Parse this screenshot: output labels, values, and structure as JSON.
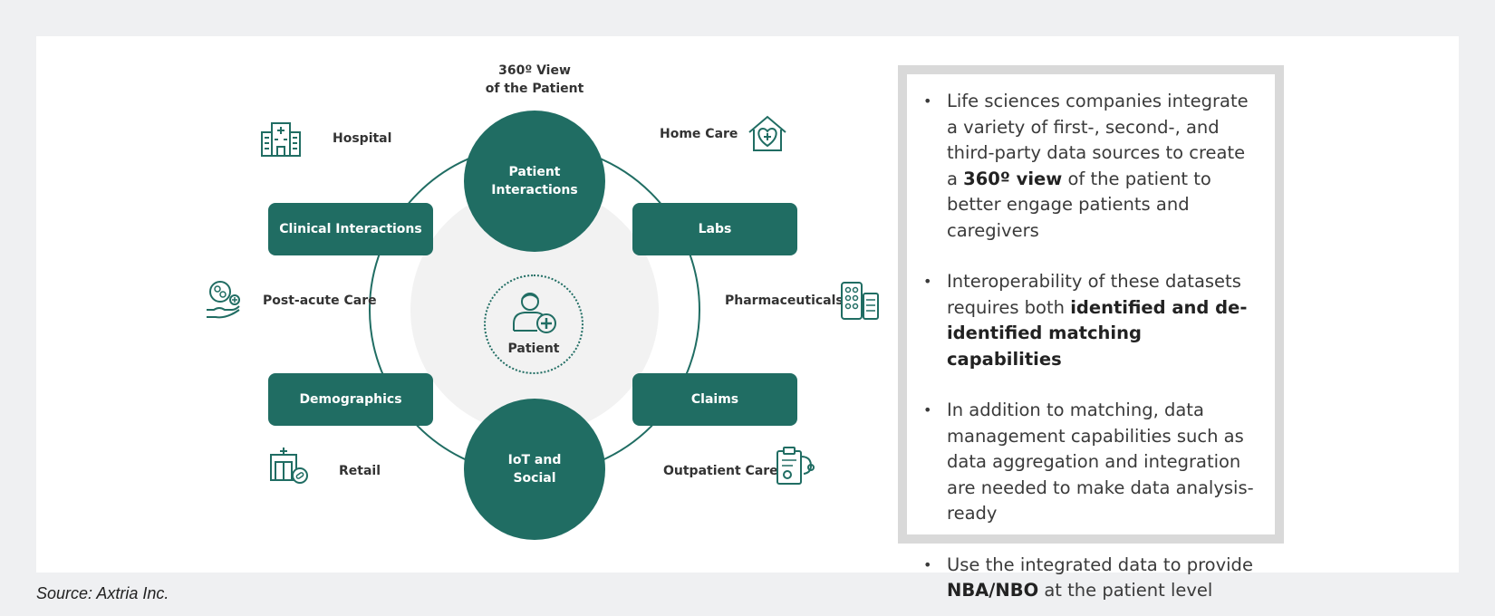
{
  "diagram": {
    "top_caption": [
      "360º View",
      "of the Patient"
    ],
    "center_label": "Patient",
    "circles": {
      "top": [
        "Patient",
        "Interactions"
      ],
      "bottom": [
        "IoT and",
        "Social"
      ]
    },
    "boxes": {
      "clinical": "Clinical Interactions",
      "labs": "Labs",
      "demographics": "Demographics",
      "claims": "Claims"
    },
    "sources": {
      "hospital": "Hospital",
      "home_care": "Home Care",
      "post_acute": "Post-acute Care",
      "pharmaceuticals": "Pharmaceuticals",
      "retail": "Retail",
      "outpatient": "Outpatient Care"
    },
    "colors": {
      "accent": "#206d63",
      "hub_bg": "#f2f2f2",
      "text": "#333333"
    },
    "icons": [
      "hospital-icon",
      "home-care-icon",
      "post-acute-care-icon",
      "pharmaceuticals-icon",
      "retail-icon",
      "outpatient-care-icon",
      "patient-icon"
    ]
  },
  "panel": {
    "bullets": [
      {
        "pre": "Life sciences companies integrate a variety of first-, second-, and third-party data sources to create a ",
        "bold": "360º view",
        "post": " of the patient to better engage patients and caregivers"
      },
      {
        "pre": "Interoperability of these datasets requires both ",
        "bold": "identified and de-identified matching capabilities",
        "post": ""
      },
      {
        "pre": "In addition to matching, data management capabilities such as data aggregation and integration are needed to make data analysis-ready",
        "bold": "",
        "post": ""
      },
      {
        "pre": "Use the integrated data to provide ",
        "bold": "NBA/NBO",
        "post": " at the patient level"
      }
    ],
    "bullet_glyph": "•"
  },
  "source": {
    "label": "Source",
    "sep": ": ",
    "name": "Axtria Inc."
  }
}
